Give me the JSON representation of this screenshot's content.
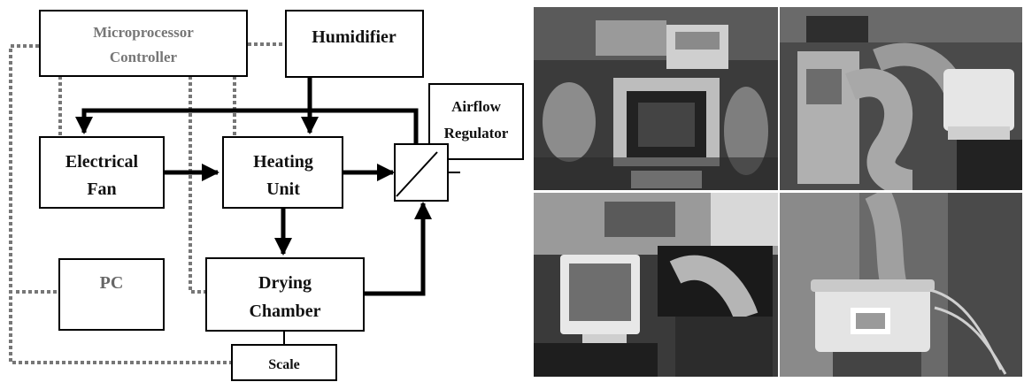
{
  "diagram": {
    "nodes": {
      "controller": {
        "line1": "Microprocessor",
        "line2": "Controller"
      },
      "humidifier": {
        "label": "Humidifier"
      },
      "airflow": {
        "line1": "Airflow",
        "line2": "Regulator"
      },
      "fan": {
        "line1": "Electrical",
        "line2": "Fan"
      },
      "heater": {
        "line1": "Heating",
        "line2": "Unit"
      },
      "pc": {
        "label": "PC"
      },
      "chamber": {
        "line1": "Drying",
        "line2": "Chamber"
      },
      "scale": {
        "label": "Scale"
      }
    }
  },
  "photos": [
    {
      "name": "photo-drying-chamber-front"
    },
    {
      "name": "photo-ducting-and-monitor"
    },
    {
      "name": "photo-pc-and-chamber"
    },
    {
      "name": "photo-scale-container"
    }
  ]
}
